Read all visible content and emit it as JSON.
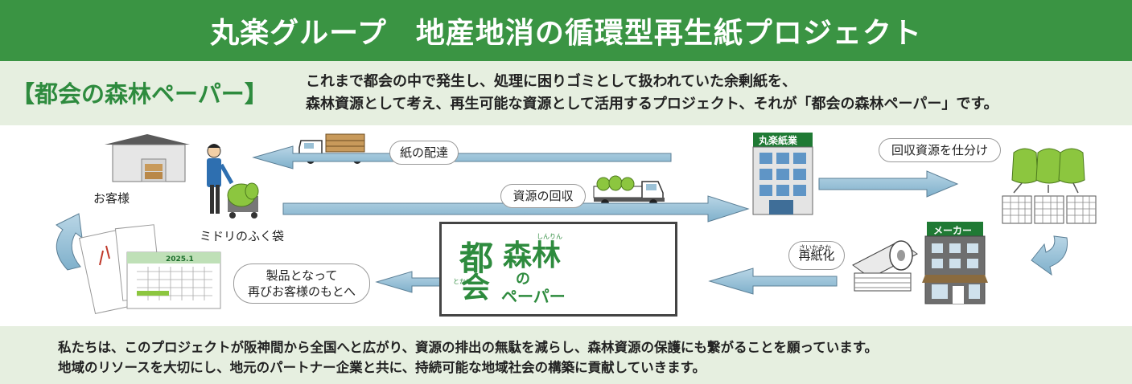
{
  "header": {
    "left": "丸楽グループ",
    "right": "地産地消の循環型再生紙プロジェクト"
  },
  "intro": {
    "tag": "【都会の森林ペーパー】",
    "line1": "これまで都会の中で発生し、処理に困りゴミとして扱われていた余剰紙を、",
    "line2": "森林資源として考え、再生可能な資源として活用するプロジェクト、それが「都会の森林ペーパー」です。"
  },
  "diagram": {
    "customer": "お客様",
    "bag": "ミドリのふく袋",
    "delivery": "紙の配達",
    "collection": "資源の回収",
    "company": "丸楽紙業",
    "sorting": "回収資源を仕分け",
    "maker": "メーカー",
    "recycle": "再紙化",
    "recycle_ruby": "さいかみか",
    "return_line1": "製品となって",
    "return_line2": "再びお客様のもとへ",
    "logo": {
      "char1": "都",
      "char2": "会",
      "char3": "森林",
      "no": "の",
      "paper": "ペーパー",
      "ruby1": "しんりん",
      "ruby2": "とかい"
    },
    "calendar_year": "2025.1"
  },
  "footer": {
    "line1": "私たちは、このプロジェクトが阪神間から全国へと広がり、資源の排出の無駄を減らし、森林資源の保護にも繋がることを願っています。",
    "line2": "地域のリソースを大切にし、地元のパートナー企業と共に、持続可能な地域社会の構築に貢献していきます。"
  },
  "colors": {
    "brand_green": "#3a9443",
    "arrow_blue": "#8bb7cf",
    "bag_green": "#8cc63f",
    "band": "#e6efe0"
  }
}
